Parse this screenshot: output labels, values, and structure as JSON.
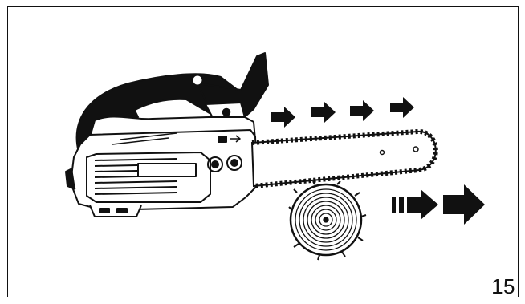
{
  "figure": {
    "page_number": "15",
    "icons": {
      "chainsaw": "chainsaw-illustration",
      "log": "log-cross-section",
      "chain_direction": "arrow-right-icon",
      "cut_direction": "double-arrow-right-icon"
    },
    "colors": {
      "ink": "#111111",
      "paper": "#ffffff"
    }
  }
}
